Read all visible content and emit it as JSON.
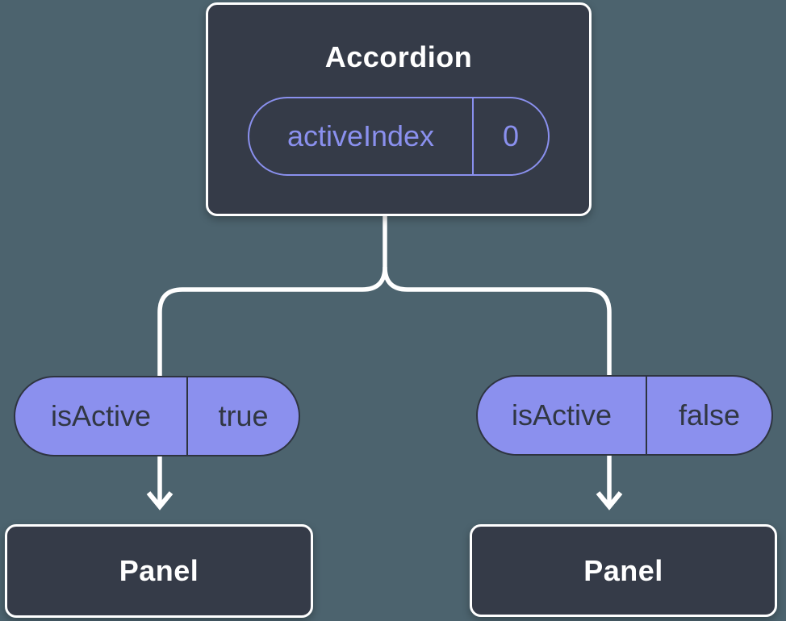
{
  "diagram": {
    "description": "React component tree showing state passed from Accordion to Panels",
    "colors": {
      "background": "#4C636E",
      "node_background": "#353B48",
      "node_border": "#FFFFFF",
      "accent_purple": "#8A90EE",
      "pill_fill": "#8B90EE",
      "pill_dark_text": "#313743",
      "connector": "#FFFFFF",
      "title_text": "#FFFFFF"
    },
    "root": {
      "title": "Accordion",
      "prop": {
        "name": "activeIndex",
        "value": "0"
      }
    },
    "children": [
      {
        "prop": {
          "name": "isActive",
          "value": "true"
        },
        "node_label": "Panel"
      },
      {
        "prop": {
          "name": "isActive",
          "value": "false"
        },
        "node_label": "Panel"
      }
    ]
  }
}
